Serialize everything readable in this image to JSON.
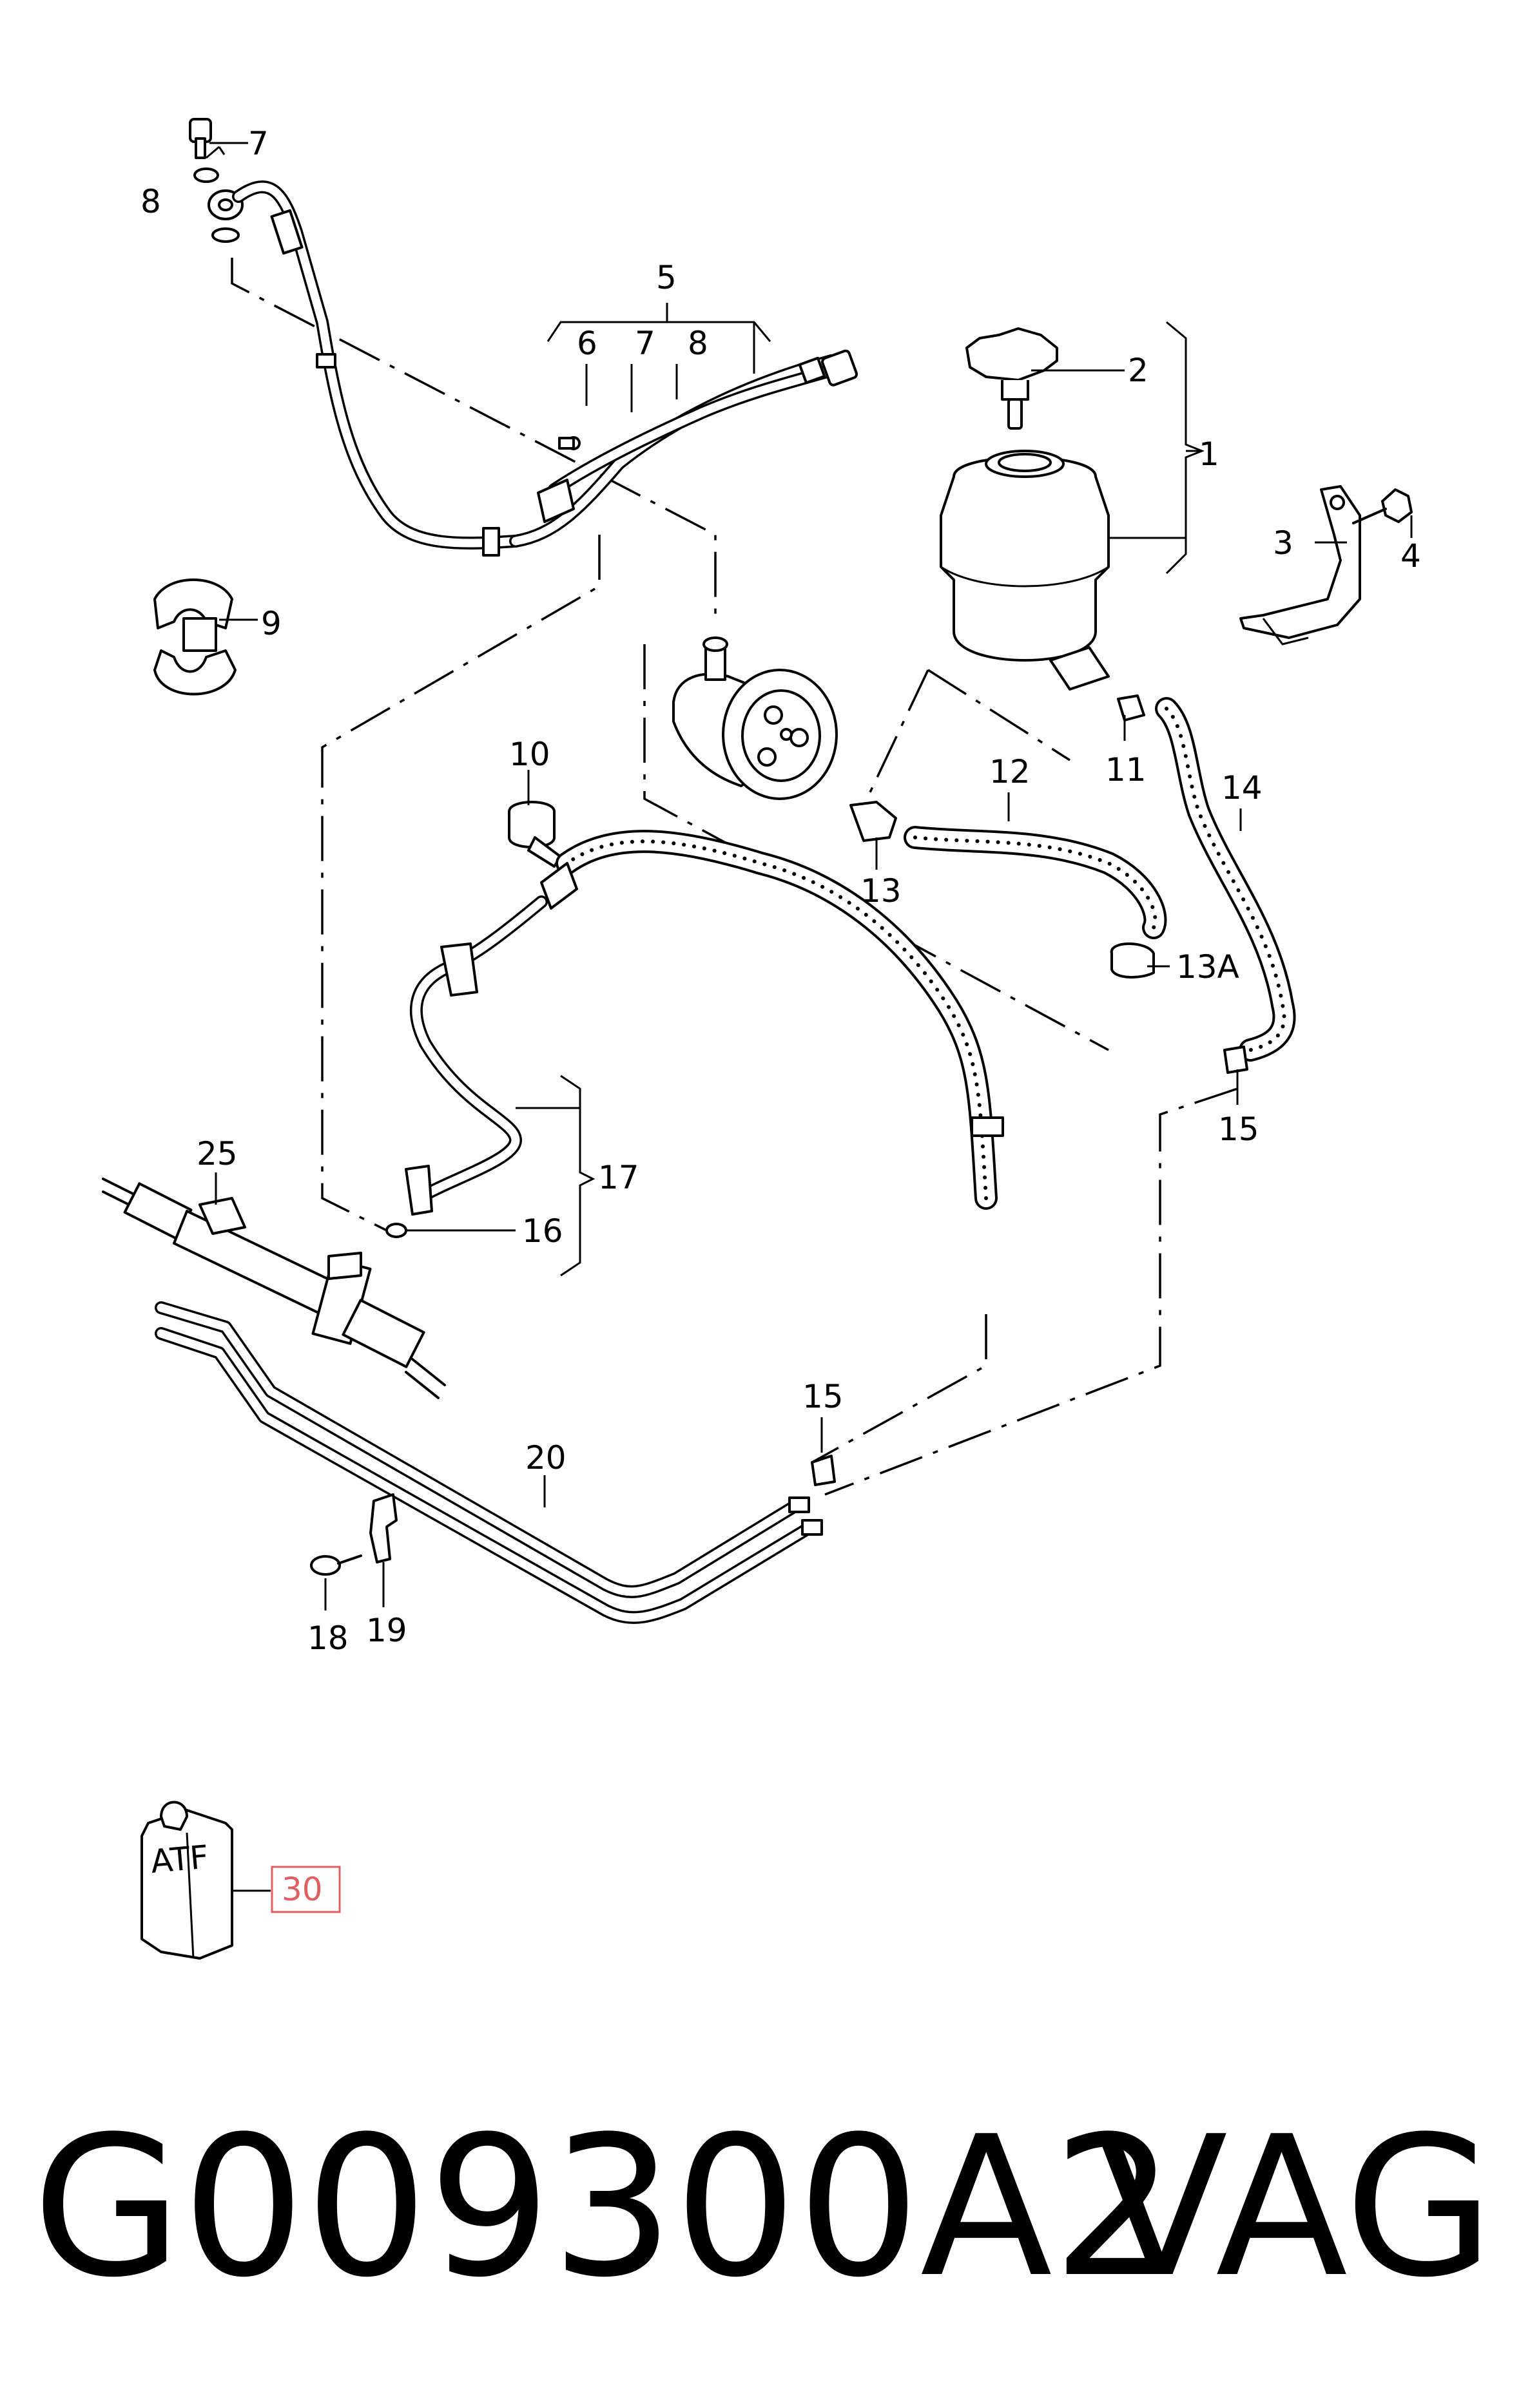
{
  "callouts": {
    "c1": "1",
    "c2": "2",
    "c3": "3",
    "c4": "4",
    "c5": "5",
    "c6": "6",
    "c7a": "7",
    "c7b": "7",
    "c8a": "8",
    "c8b": "8",
    "c9": "9",
    "c10": "10",
    "c11": "11",
    "c12": "12",
    "c13": "13",
    "c13a": "13A",
    "c14": "14",
    "c15a": "15",
    "c15b": "15",
    "c16": "16",
    "c17": "17",
    "c18": "18",
    "c19": "19",
    "c20": "20",
    "c25": "25",
    "c30": "30"
  },
  "bottle_label": "ATF",
  "footer": {
    "part_number": "G009300A2",
    "brand": "VAG"
  },
  "colors": {
    "highlight_box": "#e06060"
  }
}
